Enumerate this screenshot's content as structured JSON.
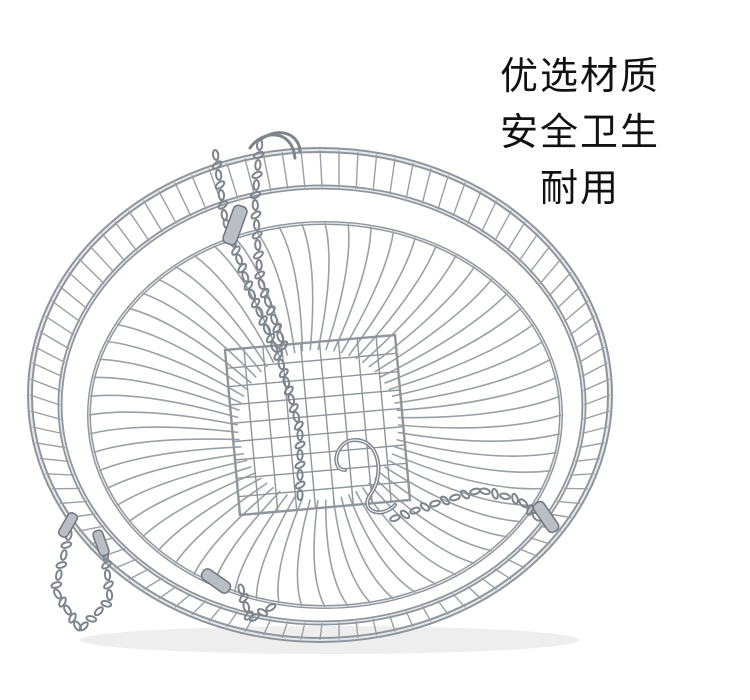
{
  "caption": {
    "line1": "优选材质",
    "line2": "安全卫生",
    "line3": "耐用"
  },
  "colors": {
    "background": "#ffffff",
    "wire": "#a9aeb4",
    "wire_highlight": "#e6e9ec",
    "wire_shadow": "#6f757c",
    "caption_text": "#111111"
  },
  "subject": {
    "icon": "wire-mesh-basket-icon"
  }
}
